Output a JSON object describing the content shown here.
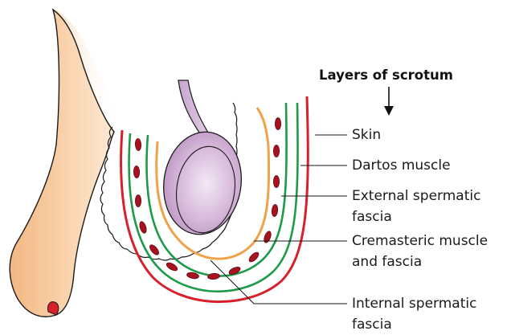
{
  "title": "Layers of scrotum",
  "labels": {
    "skin": "Skin",
    "dartos": "Dartos muscle",
    "external_1": "External spermatic",
    "external_2": "fascia",
    "cremasteric_1": "Cremasteric muscle",
    "cremasteric_2": "and fascia",
    "internal_1": "Internal spermatic",
    "internal_2": "fascia"
  },
  "colors": {
    "skin_fill": "#f6c89d",
    "dartos_red": "#d8202c",
    "external_green": "#1e9a4a",
    "cremasteric_red": "#a8121e",
    "internal_orange": "#f0a24a",
    "testis_purple": "#c9a6cf"
  }
}
